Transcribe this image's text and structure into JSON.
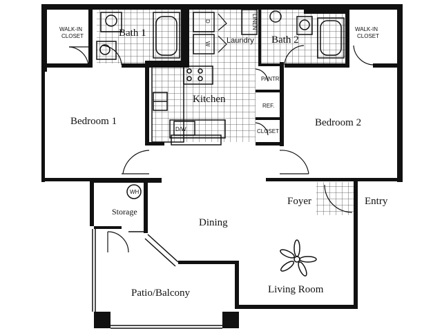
{
  "rooms": {
    "bedroom1": "Bedroom 1",
    "bedroom2": "Bedroom 2",
    "bath1": "Bath 1",
    "bath2": "Bath 2",
    "kitchen": "Kitchen",
    "laundry": "Laundry",
    "dining": "Dining",
    "living": "Living Room",
    "foyer": "Foyer",
    "entry": "Entry",
    "storage": "Storage",
    "patio": "Patio/Balcony"
  },
  "fixtures": {
    "walkin1_a": "WALK-IN",
    "walkin1_b": "CLOSET",
    "walkin2_a": "WALK-IN",
    "walkin2_b": "CLOSET",
    "pantry": "PANTRY",
    "ref": "REF.",
    "closet": "CLOSET",
    "linen": "LINEN",
    "dryer": "D",
    "washer": "W",
    "dishwasher": "D/W",
    "water_heater": "WH"
  },
  "colors": {
    "wall": "#111111",
    "tile": "#555555",
    "background": "#ffffff"
  }
}
